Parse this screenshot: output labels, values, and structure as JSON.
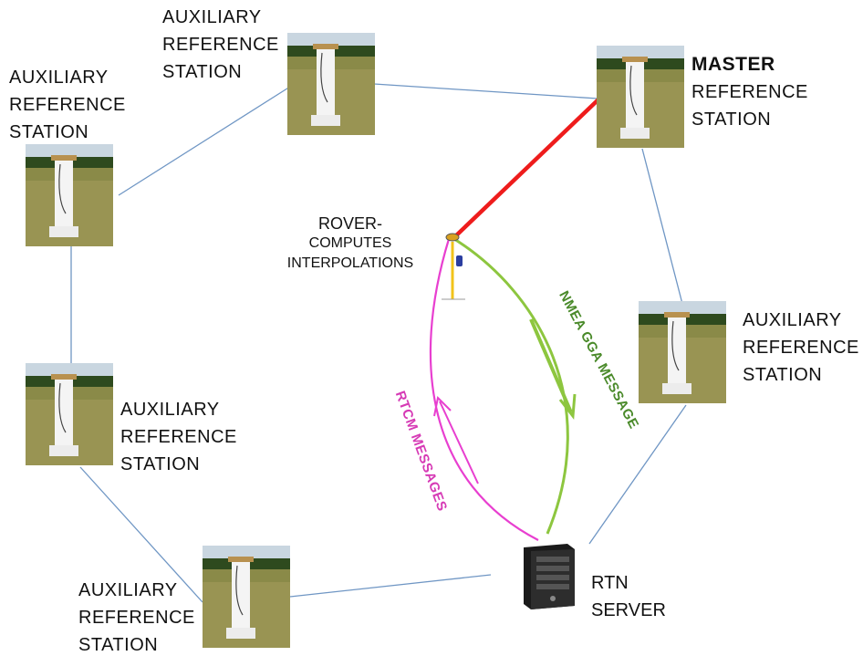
{
  "stations": [
    {
      "id": "top-left",
      "label": [
        "AUXILIARY",
        "REFERENCE",
        "STATION"
      ]
    },
    {
      "id": "left-top",
      "label": [
        "AUXILIARY",
        "REFERENCE",
        "STATION"
      ]
    },
    {
      "id": "left-mid",
      "label": [
        "AUXILIARY",
        "REFERENCE",
        "STATION"
      ]
    },
    {
      "id": "bottom",
      "label": [
        "AUXILIARY",
        "REFERENCE",
        "STATION"
      ]
    },
    {
      "id": "right",
      "label": [
        "AUXILIARY",
        "REFERENCE",
        "STATION"
      ]
    },
    {
      "id": "master",
      "label": [
        "MASTER",
        "REFERENCE",
        "STATION"
      ]
    }
  ],
  "rover": {
    "line1": "ROVER-",
    "line2": "COMPUTES",
    "line3": "INTERPOLATIONS"
  },
  "server": {
    "line1": "RTN",
    "line2": "SERVER"
  },
  "messages": {
    "nmea": "NMEA GGA MESSAGE",
    "rtcm": "RTCM MESSAGES"
  },
  "colors": {
    "network_line": "#6f96c4",
    "master_link": "#ee1c1c",
    "nmea": "#8dc63f",
    "nmea_text": "#4a8a2a",
    "rtcm": "#e83fd0",
    "rtcm_text": "#d63ab5"
  }
}
